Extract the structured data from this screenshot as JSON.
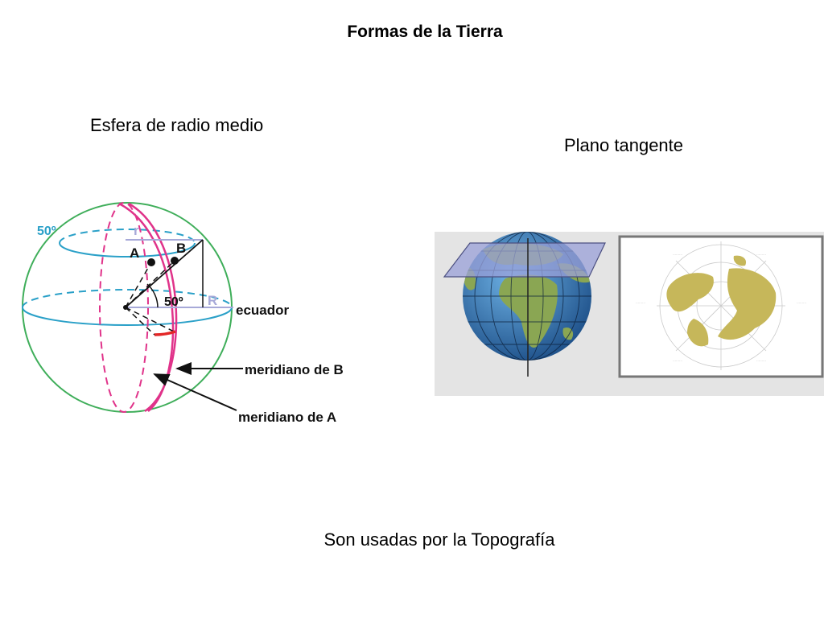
{
  "title": "Formas de la Tierra",
  "captions": {
    "sphere": "Esfera de radio medio",
    "plane": "Plano tangente"
  },
  "sphere_diagram": {
    "latitude_label": "50º",
    "angle_label": "50º",
    "point_a": "A",
    "point_b": "B",
    "small_radius": "r",
    "big_radius": "R",
    "equator_label": "ecuador",
    "meridian_b_label": "meridiano de B",
    "meridian_a_label": "meridiano de A",
    "colors": {
      "sphere": "#3fae5a",
      "parallel": "#2aa0c8",
      "meridian": "#e0338a",
      "radius": "#a7a9d8",
      "arc": "#e32727"
    }
  },
  "tangent_plane": {
    "globe_icon": "earth-globe-icon",
    "map_icon": "polar-azimuthal-map-icon",
    "colors": {
      "ocean": "#2f74b5",
      "land": "#8aa653",
      "plane": "#9aa0d8",
      "map_land": "#c6b75a"
    }
  },
  "footer": "Son usadas por la Topografía"
}
